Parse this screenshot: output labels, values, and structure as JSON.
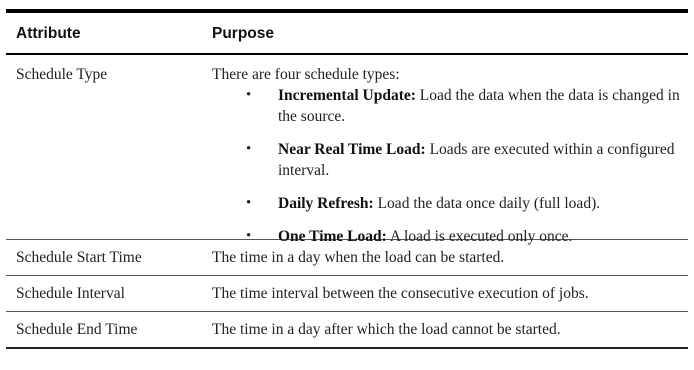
{
  "header": {
    "attribute": "Attribute",
    "purpose": "Purpose"
  },
  "rows": [
    {
      "attribute": "Schedule Type",
      "intro": "There are four schedule types:",
      "bullets": [
        {
          "term": "Incremental Update:",
          "text": " Load the data when the data is changed in the source."
        },
        {
          "term": "Near Real Time Load:",
          "text": " Loads are executed within a configured interval."
        },
        {
          "term": "Daily Refresh:",
          "text": " Load the data once daily (full load)."
        },
        {
          "term": "One Time Load:",
          "text": " A load is executed only once."
        }
      ]
    },
    {
      "attribute": "Schedule Start Time",
      "purpose": "The time in a day when the load can be started."
    },
    {
      "attribute": "Schedule Interval",
      "purpose": "The time interval between the consecutive execution of jobs."
    },
    {
      "attribute": "Schedule End Time",
      "purpose": "The time in a day after which the load cannot be started."
    }
  ],
  "bullet_symbol": "•"
}
